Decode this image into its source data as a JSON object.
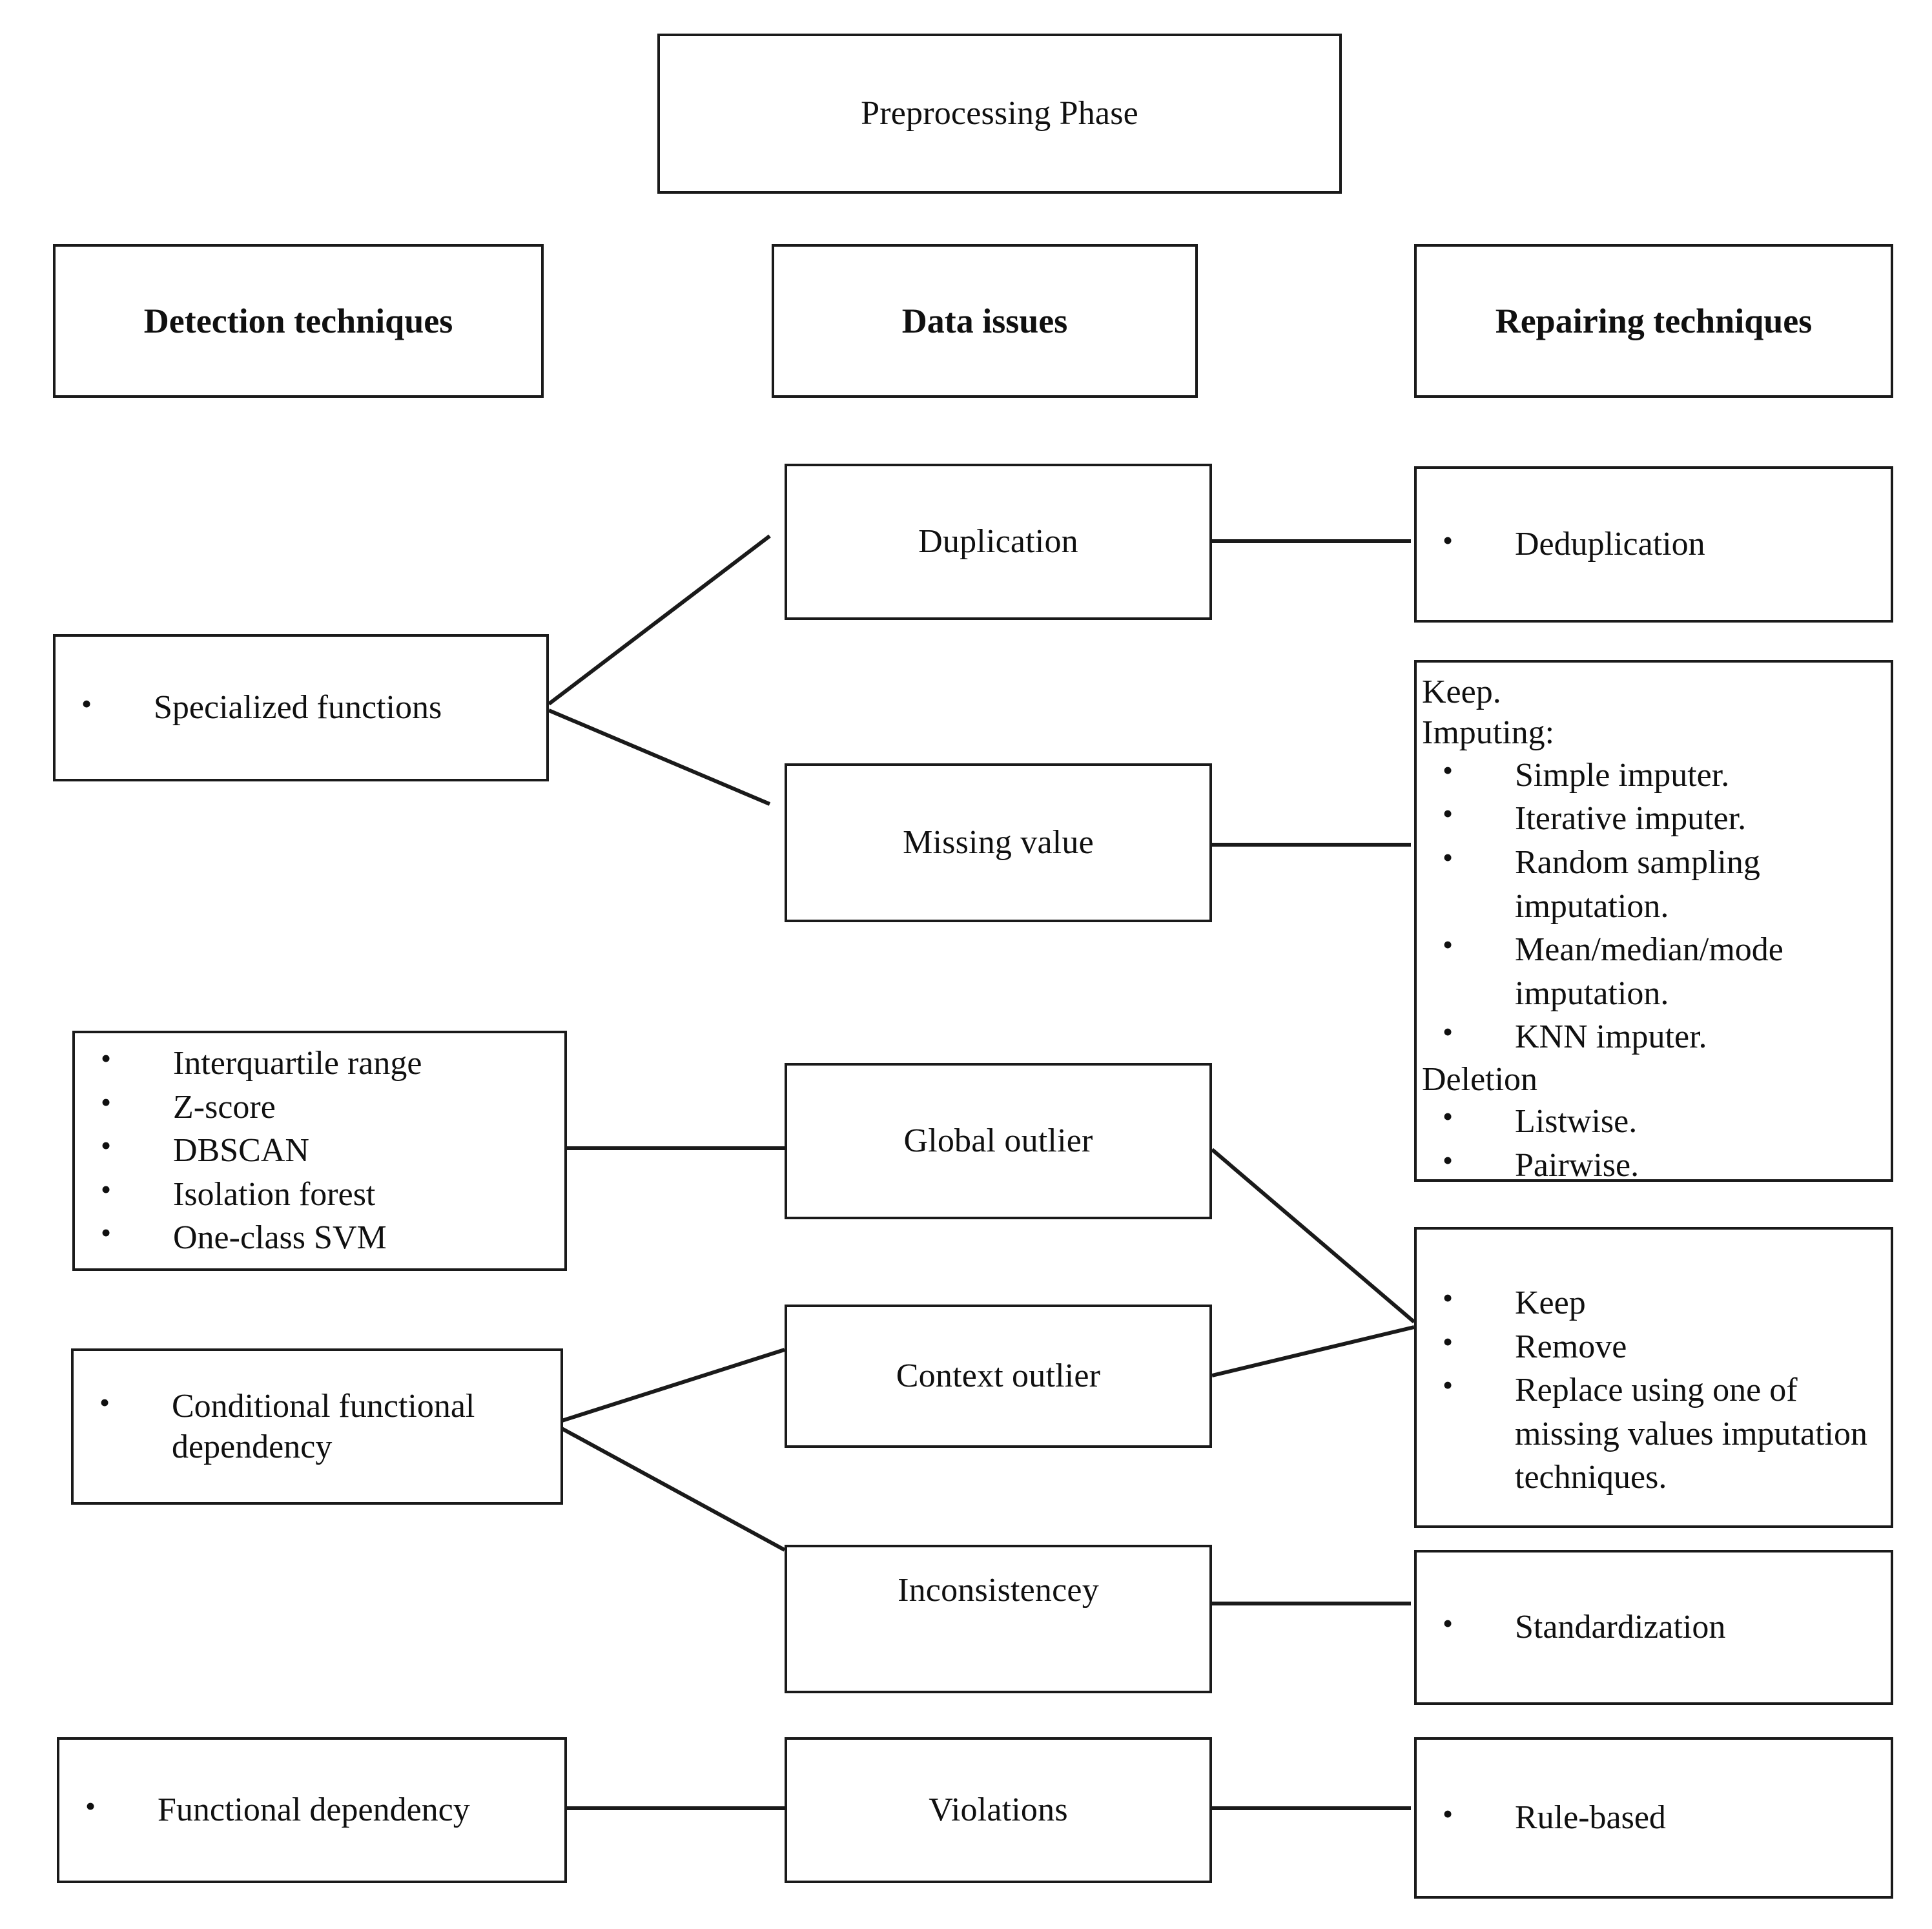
{
  "diagram": {
    "title_box": {
      "label": "Preprocessing Phase"
    },
    "columns": [
      {
        "key": "detection",
        "header": "Detection techniques"
      },
      {
        "key": "issues",
        "header": "Data issues"
      },
      {
        "key": "repairing",
        "header": "Repairing techniques"
      }
    ],
    "detection_techniques": [
      {
        "id": "specialized-functions",
        "bullets": [
          "Specialized functions"
        ]
      },
      {
        "id": "outlier-detectors",
        "bullets": [
          "Interquartile range",
          "Z-score",
          "DBSCAN",
          "Isolation forest",
          "One-class SVM"
        ]
      },
      {
        "id": "conditional-functional-dependency",
        "bullets": [
          "Conditional functional\ndependency"
        ]
      },
      {
        "id": "functional-dependency",
        "bullets": [
          "Functional dependency"
        ]
      }
    ],
    "data_issues": [
      {
        "id": "duplication",
        "label": "Duplication"
      },
      {
        "id": "missing-value",
        "label": "Missing value"
      },
      {
        "id": "global-outlier",
        "label": "Global outlier"
      },
      {
        "id": "context-outlier",
        "label": "Context outlier"
      },
      {
        "id": "inconsistencey",
        "label": "Inconsistencey"
      },
      {
        "id": "violations",
        "label": "Violations"
      }
    ],
    "repairing_techniques": [
      {
        "id": "deduplication",
        "bullets": [
          "Deduplication"
        ]
      },
      {
        "id": "missing-value-repair",
        "lines": [
          {
            "type": "plain",
            "text": "Keep."
          },
          {
            "type": "plain",
            "text": "Imputing:"
          },
          {
            "type": "bullet",
            "text": "Simple imputer."
          },
          {
            "type": "bullet",
            "text": "Iterative imputer."
          },
          {
            "type": "bullet",
            "text": "Random sampling\nimputation."
          },
          {
            "type": "bullet",
            "text": "Mean/median/mode\nimputation."
          },
          {
            "type": "bullet",
            "text": "KNN imputer."
          },
          {
            "type": "plain",
            "text": "Deletion"
          },
          {
            "type": "bullet",
            "text": "Listwise."
          },
          {
            "type": "bullet",
            "text": "Pairwise."
          }
        ]
      },
      {
        "id": "outlier-repair",
        "bullets": [
          "Keep",
          "Remove",
          "Replace using one of\nmissing values\nimputation techniques."
        ]
      },
      {
        "id": "standardization",
        "bullets": [
          "Standardization"
        ]
      },
      {
        "id": "rule-based",
        "bullets": [
          "Rule-based"
        ]
      }
    ],
    "colors": {
      "stroke": "#1a1a1a",
      "background": "#ffffff",
      "text": "#101010"
    }
  }
}
